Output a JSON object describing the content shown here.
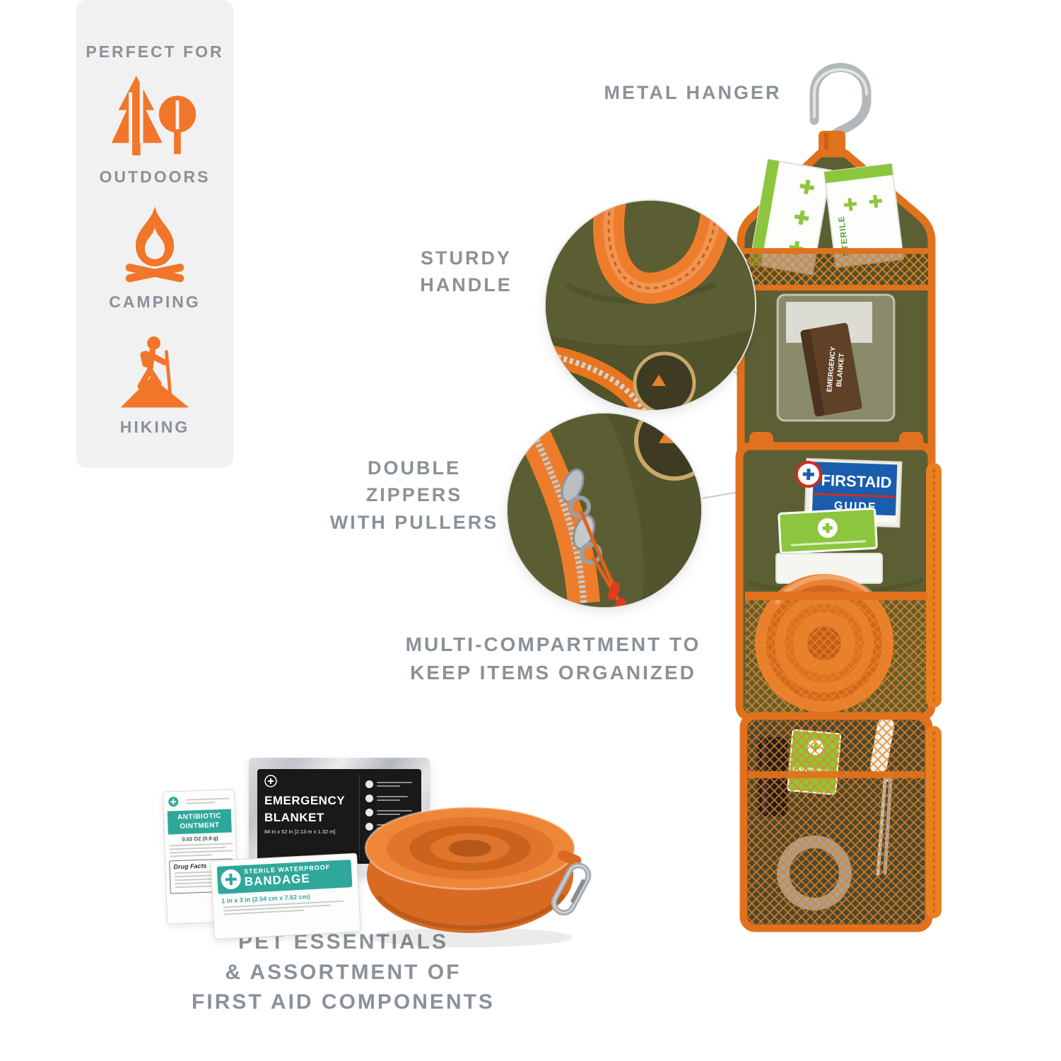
{
  "colors": {
    "accent_orange": "#F1762A",
    "kit_trim_orange": "#E2711D",
    "olive_green": "#5C5F33",
    "label_gray": "#8A9199",
    "teal": "#2FA89B",
    "guide_blue": "#1A5DAD",
    "lime_green": "#8CC63E"
  },
  "side_panel": {
    "title": "PERFECT FOR",
    "items": [
      {
        "icon": "trees-icon",
        "label": "OUTDOORS"
      },
      {
        "icon": "campfire-icon",
        "label": "CAMPING"
      },
      {
        "icon": "hiker-icon",
        "label": "HIKING"
      }
    ]
  },
  "callouts": {
    "metal_hanger": "METAL HANGER",
    "sturdy_handle": "STURDY\nHANDLE",
    "double_zippers": "DOUBLE\nZIPPERS\nWITH PULLERS",
    "multi_compartment": "MULTI-COMPARTMENT TO\nKEEP ITEMS ORGANIZED",
    "pet_essentials": "PET ESSENTIALS\n& ASSORTMENT OF\nFIRST AID COMPONENTS"
  },
  "kit_items": {
    "firstaid_guide_line1": "FIRSTAID",
    "firstaid_guide_line2": "GUIDE",
    "sterile_wrap_label": "STERILE",
    "gauze_roll_label": "GAUZE ROLL"
  },
  "products": {
    "ointment": {
      "name_line1": "ANTIBIOTIC",
      "name_line2": "OINTMENT",
      "size": "0.03 OZ (0.9 g)",
      "drug_facts": "Drug Facts"
    },
    "blanket": {
      "name_line1": "EMERGENCY",
      "name_line2": "BLANKET",
      "size": "84 in x 52 in [2.13 m x 1.32 m]"
    },
    "bandage": {
      "name_line1": "STERILE WATERPROOF",
      "name_line2": "BANDAGE",
      "size": "1 in x 3 in (2.54 cm x 7.62 cm)"
    }
  }
}
